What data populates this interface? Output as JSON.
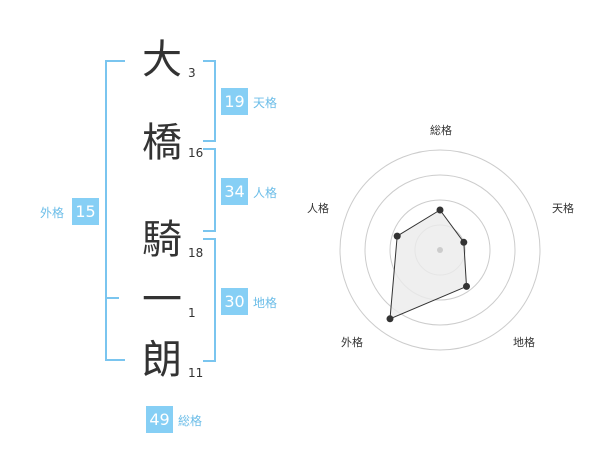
{
  "name": {
    "chars": [
      {
        "char": "大",
        "strokes": "3"
      },
      {
        "char": "橋",
        "strokes": "16"
      },
      {
        "char": "騎",
        "strokes": "18"
      },
      {
        "char": "一",
        "strokes": "1"
      },
      {
        "char": "朗",
        "strokes": "11"
      }
    ]
  },
  "fortunes": {
    "tenkaku": {
      "value": "19",
      "label": "天格"
    },
    "jinkaku": {
      "value": "34",
      "label": "人格"
    },
    "chikaku": {
      "value": "30",
      "label": "地格"
    },
    "gaikaku": {
      "value": "15",
      "label": "外格"
    },
    "soukaku": {
      "value": "49",
      "label": "総格"
    }
  },
  "radar": {
    "axes": [
      "総格",
      "天格",
      "地格",
      "外格",
      "人格"
    ],
    "values": [
      0.4,
      0.25,
      0.45,
      0.85,
      0.45
    ],
    "colors": {
      "ring": "#cccccc",
      "fill": "#ebebeb",
      "stroke": "#333333",
      "point": "#333333",
      "center": "#cccccc"
    }
  }
}
